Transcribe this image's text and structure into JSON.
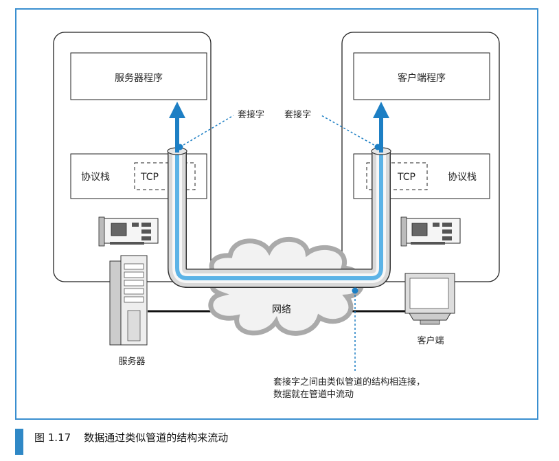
{
  "server": {
    "program_label": "服务器程序",
    "stack_label": "协议栈",
    "tcp_label": "TCP",
    "machine_label": "服务器"
  },
  "client": {
    "program_label": "客户端程序",
    "stack_label": "协议栈",
    "tcp_label": "TCP",
    "machine_label": "客户端"
  },
  "socket_labels": [
    "套接字",
    "套接字"
  ],
  "network_label": "网络",
  "annotation_lines": [
    "套接字之间由类似管道的结构相连接，",
    "数据就在管道中流动"
  ],
  "caption": "图 1.17    数据通过类似管道的结构来流动",
  "colors": {
    "frame": "#3a8fd0",
    "pipe_flow": "#5cb3e6",
    "arrow": "#1d7fc4",
    "caption_bar": "#2f88c6",
    "cloud_fill": "#f2f2f2"
  }
}
